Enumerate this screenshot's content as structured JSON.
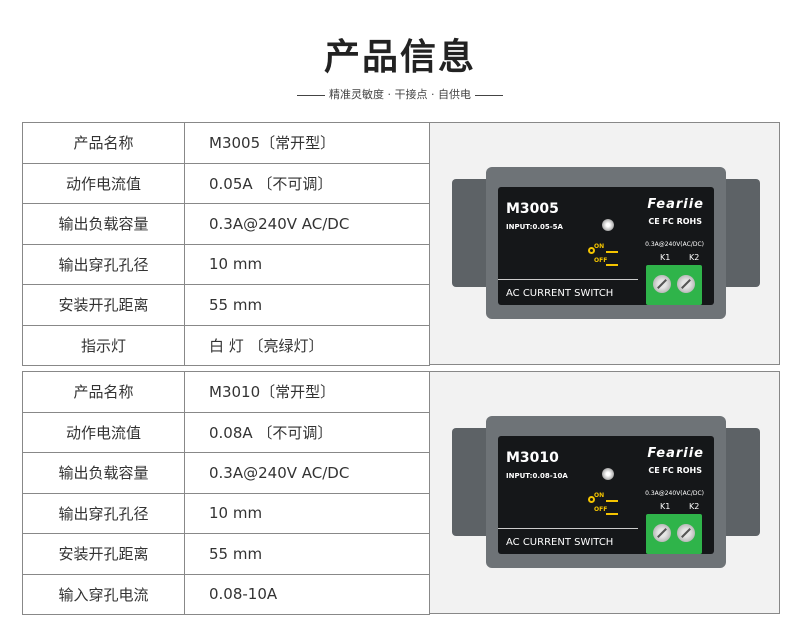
{
  "header": {
    "title": "产品信息",
    "subtitle": "精准灵敏度 · 干接点 · 自供电"
  },
  "products": [
    {
      "rows": [
        {
          "label": "产品名称",
          "value": "M3005〔常开型〕"
        },
        {
          "label": "动作电流值",
          "value": "0.05A 〔不可调〕"
        },
        {
          "label": "输出负载容量",
          "value": "0.3A@240V  AC/DC"
        },
        {
          "label": "输出穿孔孔径",
          "value": "10 mm"
        },
        {
          "label": "安装开孔距离",
          "value": "55 mm"
        },
        {
          "label": "指示灯",
          "value": "白 灯   〔亮绿灯〕"
        }
      ],
      "device": {
        "model": "M3005",
        "input": "INPUT:0.05-5A",
        "brand": "Feariie",
        "cert": "CE FC ROHS",
        "rating": "0.3A@240V(AC/DC)",
        "on": "ON",
        "off": "OFF",
        "k1": "K1",
        "k2": "K2",
        "caption": "AC CURRENT SWITCH"
      }
    },
    {
      "rows": [
        {
          "label": "产品名称",
          "value": "M3010〔常开型〕"
        },
        {
          "label": "动作电流值",
          "value": "0.08A 〔不可调〕"
        },
        {
          "label": "输出负载容量",
          "value": "0.3A@240V  AC/DC"
        },
        {
          "label": "输出穿孔孔径",
          "value": "10 mm"
        },
        {
          "label": "安装开孔距离",
          "value": "55 mm"
        },
        {
          "label": "输入穿孔电流",
          "value": "0.08-10A"
        }
      ],
      "device": {
        "model": "M3010",
        "input": "INPUT:0.08-10A",
        "brand": "Feariie",
        "cert": "CE FC ROHS",
        "rating": "0.3A@240V(AC/DC)",
        "on": "ON",
        "off": "OFF",
        "k1": "K1",
        "k2": "K2",
        "caption": "AC CURRENT SWITCH"
      }
    }
  ]
}
